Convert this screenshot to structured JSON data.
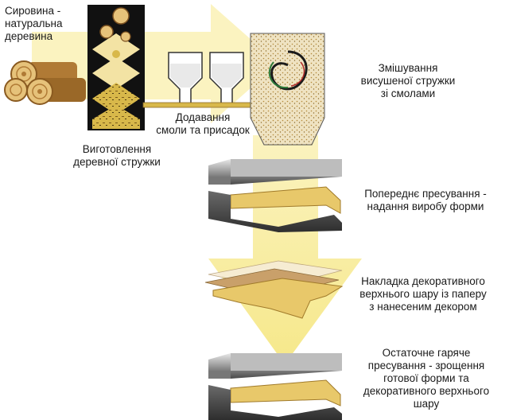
{
  "steps": {
    "raw_material": "Сировина -\nнатуральна\nдеревина",
    "chip_production": "Виготовлення\nдеревної стружки",
    "additives": "Додавання\nсмоли та присадок",
    "mixing": "Змішування\nвисушеної стружки\nзі смолами",
    "pre_pressing": "Попереднє пресування -\nнадання виробу форми",
    "overlay": "Накладка декоративного\nверхнього шару із паперу\nз нанесеним декором",
    "final_pressing": "Остаточне гаряче\nпресування - зрощення\nготової форми та\nдекоративного верхнього\nшару"
  },
  "colors": {
    "flow_arrow": "#fbf3c0",
    "chips": "#d8b84a",
    "press_dark": "#3d3d3d",
    "press_light": "#cfcfcf",
    "board": "#e8c86a",
    "paper": "#c9a06a"
  }
}
